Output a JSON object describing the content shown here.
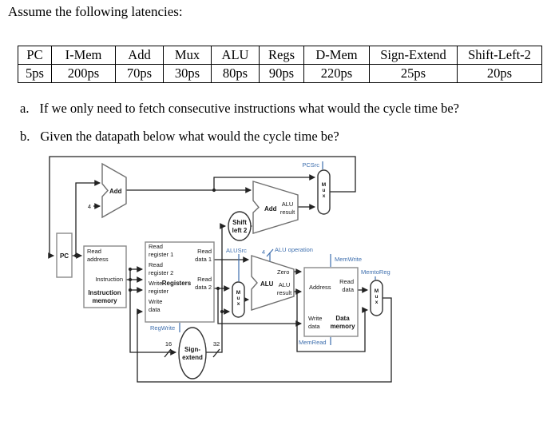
{
  "title": "Assume the following latencies:",
  "table": {
    "headers": [
      "PC",
      "I-Mem",
      "Add",
      "Mux",
      "ALU",
      "Regs",
      "D-Mem",
      "Sign-Extend",
      "Shift-Left-2"
    ],
    "values": [
      "5ps",
      "200ps",
      "70ps",
      "30ps",
      "80ps",
      "90ps",
      "220ps",
      "25ps",
      "20ps"
    ]
  },
  "questions": [
    {
      "label": "a.",
      "text": "If we only need to fetch consecutive instructions what would the cycle time be?"
    },
    {
      "label": "b.",
      "text": "Given the datapath below what would the cycle time be?"
    }
  ],
  "diagram": {
    "colors": {
      "control_blue": "#3e6fae",
      "wire": "#222222",
      "unit_border": "#8a8a8a"
    },
    "labels": {
      "pc": "PC",
      "add1": "Add",
      "add2": "Add",
      "four": "4",
      "read_address": [
        "Read",
        "address"
      ],
      "instruction": "Instruction",
      "instruction_memory": [
        "Instruction",
        "memory"
      ],
      "read_register_1": [
        "Read",
        "register 1"
      ],
      "read_register_2": [
        "Read",
        "register 2"
      ],
      "write_register": [
        "Write",
        "register"
      ],
      "write_data_reg": [
        "Write",
        "data"
      ],
      "registers": "Registers",
      "read_data_1": [
        "Read",
        "data 1"
      ],
      "read_data_2": [
        "Read",
        "data 2"
      ],
      "sign_extend": [
        "Sign-",
        "extend"
      ],
      "shift_left_2": [
        "Shift",
        "left 2"
      ],
      "alu": "ALU",
      "zero": "Zero",
      "alu_result": [
        "ALU",
        "result"
      ],
      "alu_result_add": [
        "ALU",
        "result"
      ],
      "address": "Address",
      "read_data_mem": [
        "Read",
        "data"
      ],
      "write_data_mem": [
        "Write",
        "data"
      ],
      "data_memory": [
        "Data",
        "memory"
      ],
      "mux": [
        "M",
        "u",
        "x"
      ],
      "bits16": "16",
      "bits32": "32",
      "ctrl_pcsrc": "PCSrc",
      "ctrl_regwrite": "RegWrite",
      "ctrl_alusrc": "ALUSrc",
      "ctrl_aluop": "ALU operation",
      "ctrl_aluop_bits": "4",
      "ctrl_memwrite": "MemWrite",
      "ctrl_memtoreg": "MemtoReg",
      "ctrl_memread": "MemRead"
    }
  }
}
